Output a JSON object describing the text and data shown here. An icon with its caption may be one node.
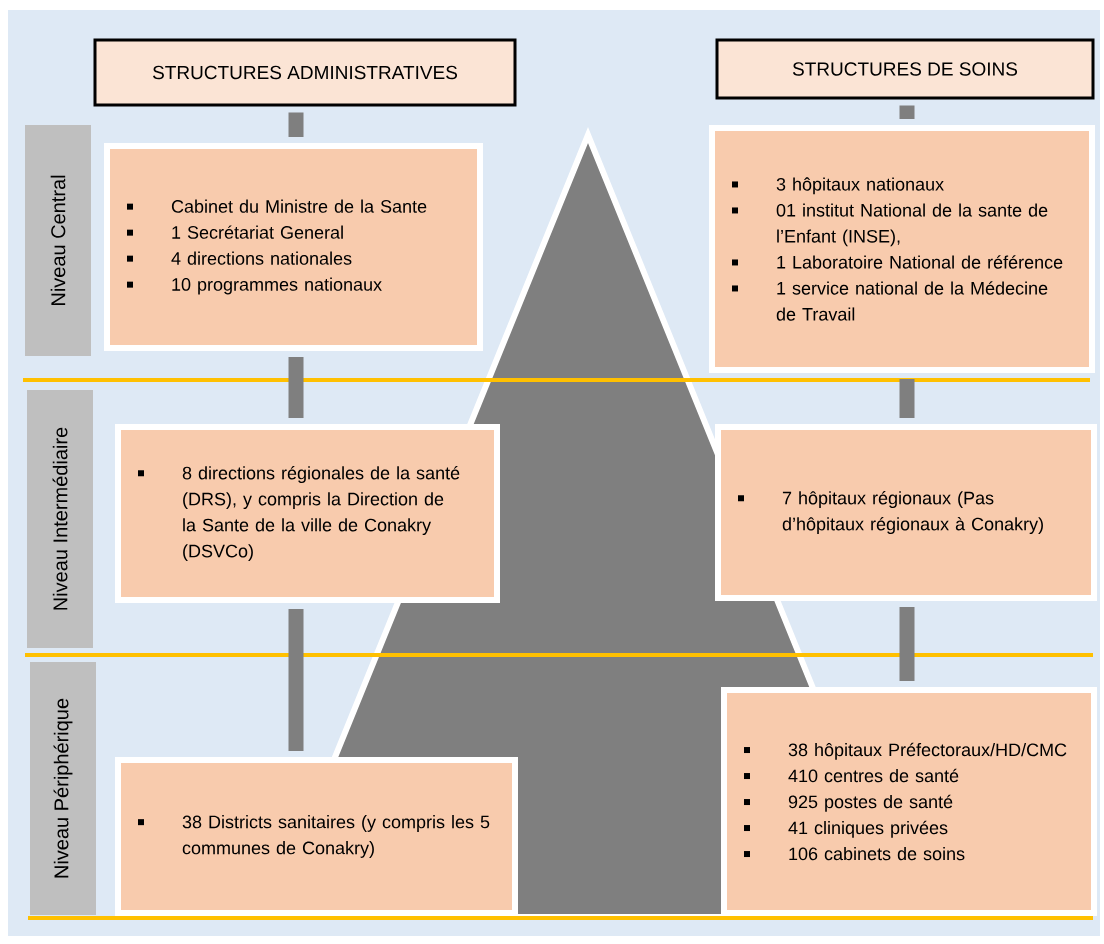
{
  "diagram": {
    "nodes": [
      {
        "text": [
          "STRUCTURES ADMINISTRATIVES"
        ]
      },
      {
        "text": [
          "STRUCTURES DE SOINS"
        ]
      },
      {
        "text": [
          "Niveau Central"
        ]
      },
      {
        "text": [
          "Cabinet du Ministre de la Sante",
          "1 Secrétariat General",
          "4 directions nationales",
          "10 programmes nationaux"
        ]
      },
      {
        "text": [
          "3 hôpitaux nationaux",
          "01 institut National de la sante de l’Enfant (INSE),",
          "1 Laboratoire National de référence",
          "1 service national de la Médecine de Travail"
        ]
      },
      {
        "text": [
          "Niveau Intermédiaire"
        ]
      },
      {
        "text": [
          "8 directions régionales de la santé (DRS), y compris la Direction de la Sante de la ville de Conakry (DSVCo)"
        ]
      },
      {
        "text": [
          "7 hôpitaux régionaux (Pas d’hôpitaux régionaux à Conakry)"
        ]
      },
      {
        "text": [
          "Niveau Périphérique"
        ]
      },
      {
        "text": [
          "38 Districts sanitaires (y compris les 5 communes de Conakry)"
        ]
      },
      {
        "text": [
          "38 hôpitaux Préfectoraux/HD/CMC",
          "410 centres de santé",
          "925 postes de santé",
          "41 cliniques privées",
          "106 cabinets de soins"
        ]
      }
    ],
    "edges": [
      {
        "from": 0,
        "to": 3,
        "arrow": "none"
      },
      {
        "from": 3,
        "to": 6,
        "arrow": "none"
      },
      {
        "from": 6,
        "to": 9,
        "arrow": "none"
      },
      {
        "from": 1,
        "to": 4,
        "arrow": "none"
      },
      {
        "from": 4,
        "to": 7,
        "arrow": "none"
      },
      {
        "from": 7,
        "to": 10,
        "arrow": "none"
      }
    ]
  }
}
